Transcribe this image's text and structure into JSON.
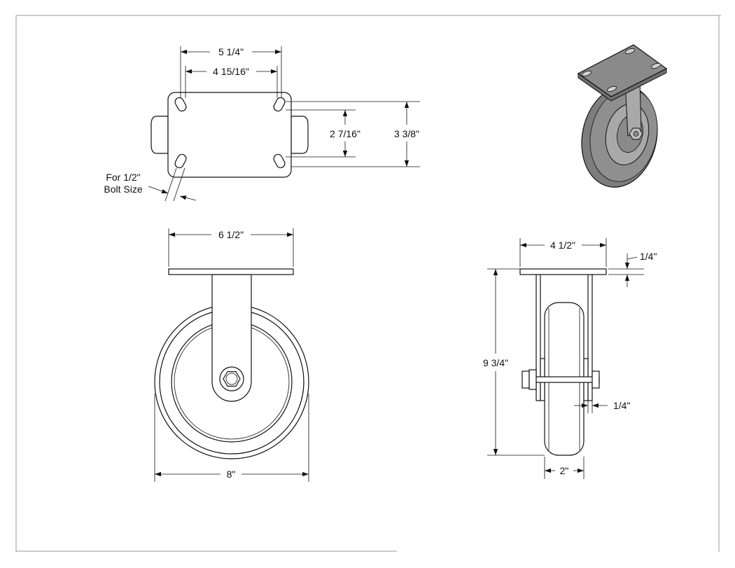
{
  "drawing": {
    "top_view": {
      "dim_hole_spacing_outer": "5 1/4\"",
      "dim_hole_spacing_inner": "4 15/16\"",
      "dim_hole_spacing_vertical_inner": "2 7/16\"",
      "dim_plate_height": "3 3/8\"",
      "bolt_note_line1": "For 1/2\"",
      "bolt_note_line2": "Bolt Size"
    },
    "front_view": {
      "dim_plate_width": "6 1/2\"",
      "dim_wheel_diameter": "8\""
    },
    "side_view": {
      "dim_plate_width": "4 1/2\"",
      "dim_plate_thickness": "1/4\"",
      "dim_overall_height": "9 3/4\"",
      "dim_leg_thickness": "1/4\"",
      "dim_wheel_width": "2\""
    }
  },
  "colors": {
    "line": "#111111",
    "frame": "#999999",
    "iso_plate": "#8a8a8a",
    "iso_tire": "#7d7d7d",
    "iso_hub": "#a9a9a9"
  }
}
